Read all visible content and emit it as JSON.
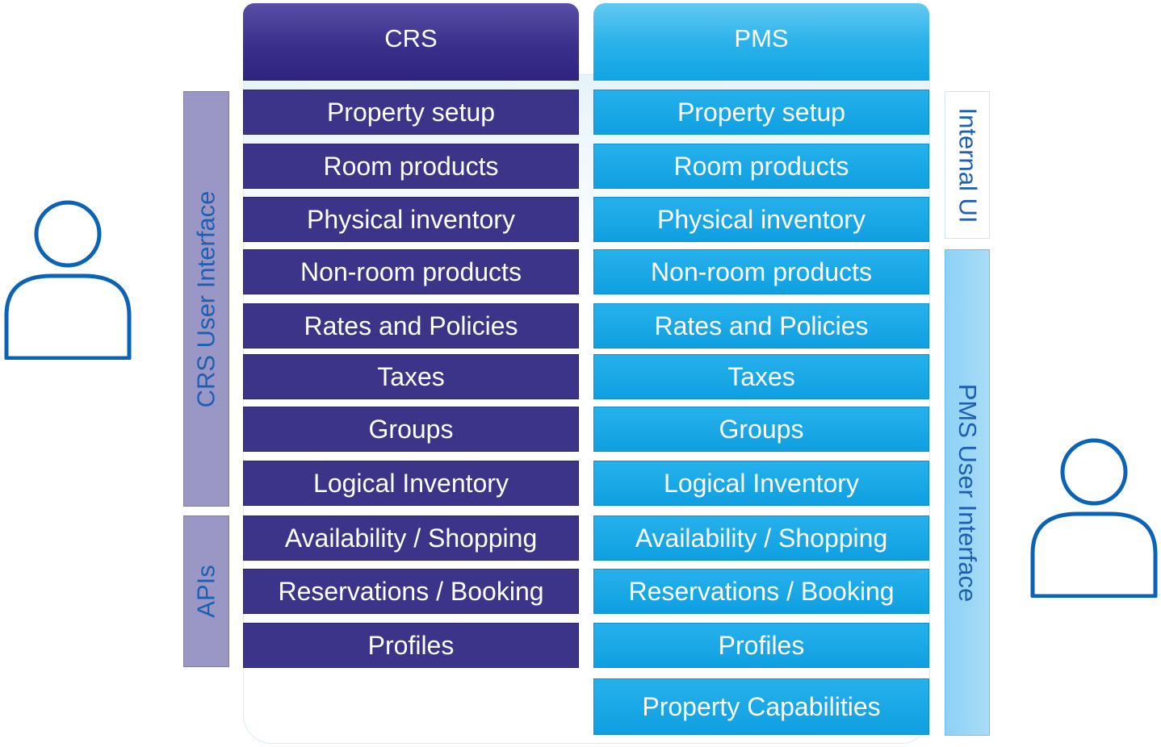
{
  "crs": {
    "header": "CRS",
    "rows": [
      "Property setup",
      "Room products",
      "Physical inventory",
      "Non-room products",
      "Rates and Policies",
      "Taxes",
      "Groups",
      "Logical Inventory",
      "Availability / Shopping",
      "Reservations / Booking",
      "Profiles"
    ]
  },
  "pms": {
    "header": "PMS",
    "rows": [
      "Property setup",
      "Room products",
      "Physical inventory",
      "Non-room products",
      "Rates and Policies",
      "Taxes",
      "Groups",
      "Logical Inventory",
      "Availability / Shopping",
      "Reservations / Booking",
      "Profiles",
      "Property Capabilities"
    ]
  },
  "bands": {
    "crs_user_interface": "CRS User Interface",
    "apis": "APIs",
    "internal_ui": "Internal UI",
    "pms_user_interface": "PMS User Interface"
  },
  "colors": {
    "crs": "#3c3488",
    "pms": "#10a4e4",
    "band_text": "#1f5fb1",
    "person_stroke": "#0b63b6"
  },
  "icons": {
    "left_user": "person-outline-icon",
    "right_user": "person-outline-icon"
  }
}
